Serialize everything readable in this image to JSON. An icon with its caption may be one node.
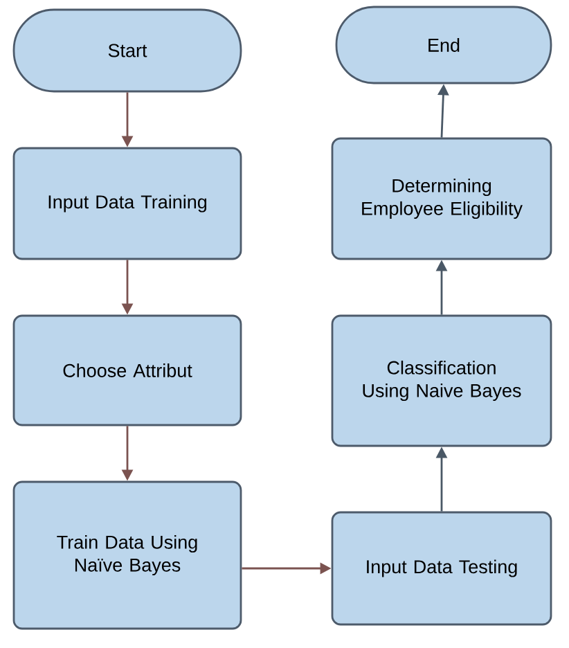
{
  "diagram": {
    "nodes": [
      {
        "text": [
          "Start"
        ]
      },
      {
        "text": [
          "Input Data Training"
        ]
      },
      {
        "text": [
          "Choose Attribut"
        ]
      },
      {
        "text": [
          "Train Data Using Naïve Bayes"
        ]
      },
      {
        "text": [
          "Input Data Testing"
        ]
      },
      {
        "text": [
          "Classification Using Naive Bayes"
        ]
      },
      {
        "text": [
          "Determining Employee Eligibility"
        ]
      },
      {
        "text": [
          "End"
        ]
      }
    ],
    "edges": [
      {
        "from": 0,
        "to": 1,
        "arrow": "to"
      },
      {
        "from": 1,
        "to": 2,
        "arrow": "to"
      },
      {
        "from": 2,
        "to": 3,
        "arrow": "to"
      },
      {
        "from": 3,
        "to": 4,
        "arrow": "to"
      },
      {
        "from": 4,
        "to": 5,
        "arrow": "to",
        "color": "#4a5866"
      },
      {
        "from": 5,
        "to": 6,
        "arrow": "to",
        "color": "#4a5866"
      },
      {
        "from": 6,
        "to": 7,
        "arrow": "to",
        "color": "#4a5866"
      }
    ]
  }
}
